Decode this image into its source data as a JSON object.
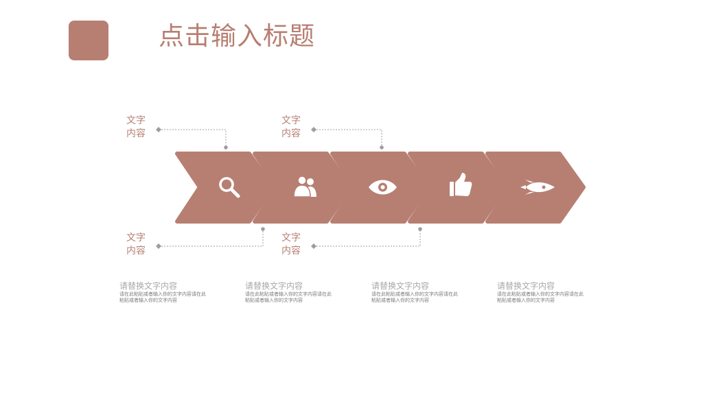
{
  "title": "点击输入标题",
  "colors": {
    "accent": "#b77f72",
    "connector": "#9d9d9d",
    "icon": "#ffffff"
  },
  "steps": [
    {
      "icon": "search-icon"
    },
    {
      "icon": "users-icon"
    },
    {
      "icon": "eye-icon"
    },
    {
      "icon": "thumbs-up-icon"
    },
    {
      "icon": "rocket-icon"
    }
  ],
  "labels": [
    {
      "line1": "文字",
      "line2": "内容"
    },
    {
      "line1": "文字",
      "line2": "内容"
    },
    {
      "line1": "文字",
      "line2": "内容"
    },
    {
      "line1": "文字",
      "line2": "内容"
    }
  ],
  "descriptions": [
    {
      "title": "请替换文字内容",
      "body": "请在此粘贴或者输入你的文字内容请在此粘贴或者输入你的文字内容"
    },
    {
      "title": "请替换文字内容",
      "body": "请在此粘贴或者输入你的文字内容请在此粘贴或者输入你的文字内容"
    },
    {
      "title": "请替换文字内容",
      "body": "请在此粘贴或者输入你的文字内容请在此粘贴或者输入你的文字内容"
    },
    {
      "title": "请替换文字内容",
      "body": "请在此粘贴或者输入你的文字内容请在此粘贴或者输入你的文字内容"
    }
  ]
}
